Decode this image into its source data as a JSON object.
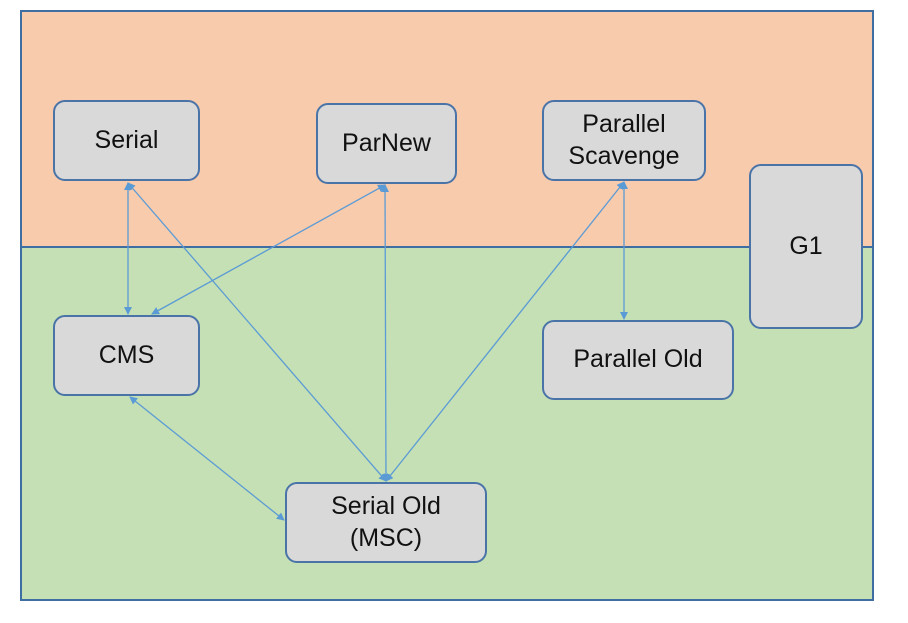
{
  "colors": {
    "young_region": "#f8cbad",
    "old_region": "#c5e0b4",
    "region_border": "#3f6ea3",
    "node_fill": "#d9d9d9",
    "node_border": "#4a74a8",
    "edge": "#5b9bd5"
  },
  "nodes": {
    "serial": "Serial",
    "parnew": "ParNew",
    "parallel_scavenge": "Parallel\nScavenge",
    "g1": "G1",
    "cms": "CMS",
    "parallel_old": "Parallel Old",
    "serial_old": "Serial Old\n(MSC)"
  },
  "edges": [
    {
      "from": "serial",
      "to": "cms",
      "bidirectional": true
    },
    {
      "from": "serial",
      "to": "serial_old",
      "bidirectional": true
    },
    {
      "from": "parnew",
      "to": "cms",
      "bidirectional": true
    },
    {
      "from": "parnew",
      "to": "serial_old",
      "bidirectional": true
    },
    {
      "from": "parallel_scavenge",
      "to": "serial_old",
      "bidirectional": true
    },
    {
      "from": "parallel_scavenge",
      "to": "parallel_old",
      "bidirectional": true
    },
    {
      "from": "cms",
      "to": "serial_old",
      "bidirectional": true
    }
  ]
}
